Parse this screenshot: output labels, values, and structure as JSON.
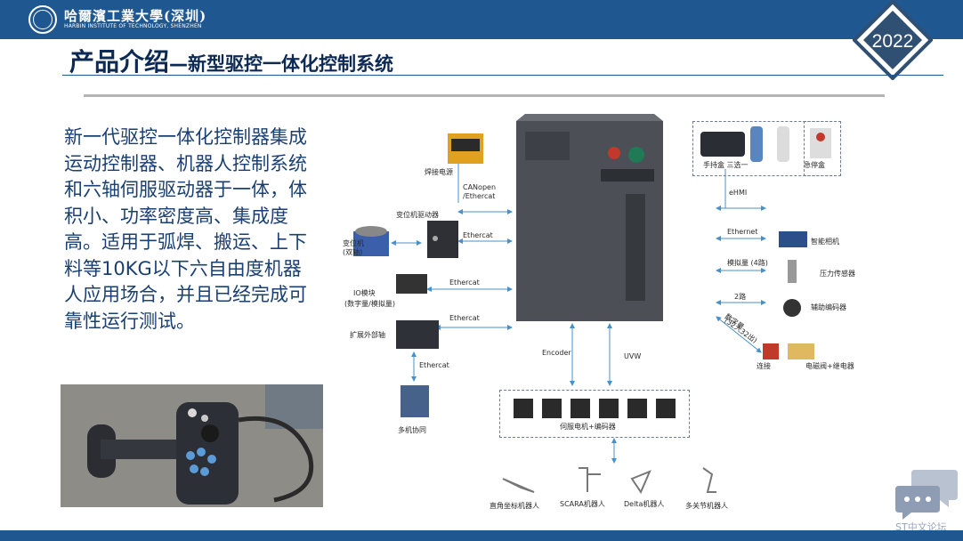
{
  "header": {
    "university_cn": "哈爾濱工業大學(深圳)",
    "university_en": "HARBIN INSTITUTE OF TECHNOLOGY, SHENZHEN",
    "year_badge": "2022"
  },
  "slide": {
    "title_main": "产品介绍",
    "title_sub": "—新型驱控一体化控制系统",
    "paragraph": "新一代驱控一体化控制器集成运动控制器、机器人控制系统和六轴伺服驱动器于一体，体积小、功率密度高、集成度高。适用于弧焊、搬运、上下料等10KG以下六自由度机器人应用场合，并且已经完成可靠性运行测试。"
  },
  "diagram": {
    "left_labels": {
      "welding_power": "焊接电源",
      "canopen": "CANopen",
      "ethercat_slash": "/Ethercat",
      "positioner_driver": "变位机驱动器",
      "positioner": "变位机",
      "dual_axis": "(双轴)",
      "ethercat_1": "Ethercat",
      "io_module": "IO模块",
      "io_sub": "(数字量/模拟量)",
      "ethercat_2": "Ethercat",
      "ethercat_3": "Ethercat",
      "ext_axis": "扩展外部轴",
      "ethercat_4": "Ethercat",
      "multi_coop": "多机协同"
    },
    "right_labels": {
      "pendant": "手持盒 三选一",
      "estop": "急停盒",
      "ehmi": "eHMI",
      "ethernet": "Ethernet",
      "smart_camera": "智能相机",
      "analog_4": "模拟量 (4路)",
      "pressure_sensor": "压力传感器",
      "two_way": "2路",
      "aux_encoder": "辅助编码器",
      "digital": "数字量",
      "digital_sub": "(32入32出)",
      "valve_relay": "电磁阀+继电器",
      "solenoid": "连接"
    },
    "bottom_labels": {
      "encoder": "Encoder",
      "uvw": "UVW",
      "servo": "伺服电机+编码器",
      "cartesian": "直角坐标机器人",
      "scara": "SCARA机器人",
      "delta": "Delta机器人",
      "articulated": "多关节机器人"
    }
  },
  "watermark": {
    "text": "ST中文论坛"
  },
  "icons": [
    "university-seal-icon",
    "year-diamond-icon",
    "chat-bubble-icon"
  ],
  "colors": {
    "brand_blue": "#1f5891",
    "title_navy": "#0d2a55",
    "text_blue": "#1a3f73",
    "arrow_blue": "#4a90c8"
  }
}
